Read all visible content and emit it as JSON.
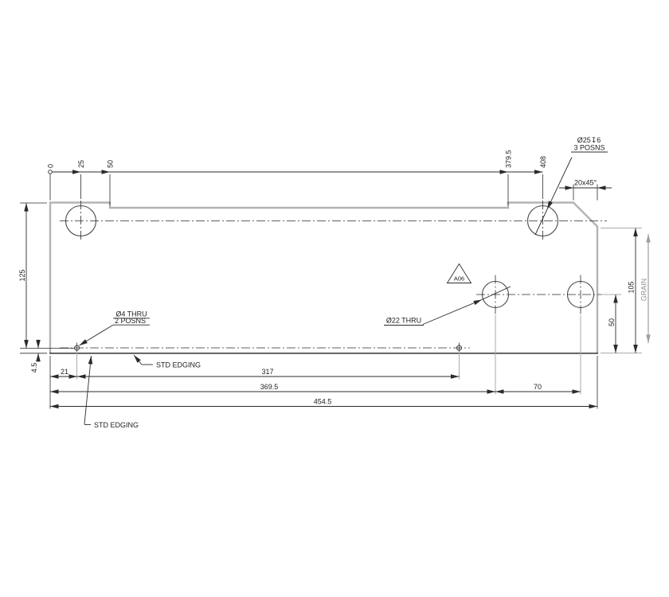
{
  "drawing": {
    "ordinates": [
      "0",
      "25",
      "50",
      "379.5",
      "408"
    ],
    "dims": {
      "chamfer": "20x45°",
      "plate_height": "125",
      "edge_offset": "4.5",
      "hole_from_edge": "21",
      "small_hole_span": "317",
      "hole22_x": "369.5",
      "hole_pair_span": "70",
      "overall_length": "454.5",
      "hole_row_height": "50",
      "corner_height": "105"
    },
    "grain_label": "GRAIN",
    "notes": {
      "counterbore": {
        "line1": "Ø25↧6",
        "line2": "3 POSNS"
      },
      "small_holes": {
        "line1": "Ø4 THRU",
        "line2": "2 POSNS"
      },
      "large_hole": "Ø22 THRU",
      "edging_1": "STD EDGING",
      "edging_2": "STD EDGING",
      "edge_flag": "A06"
    }
  }
}
